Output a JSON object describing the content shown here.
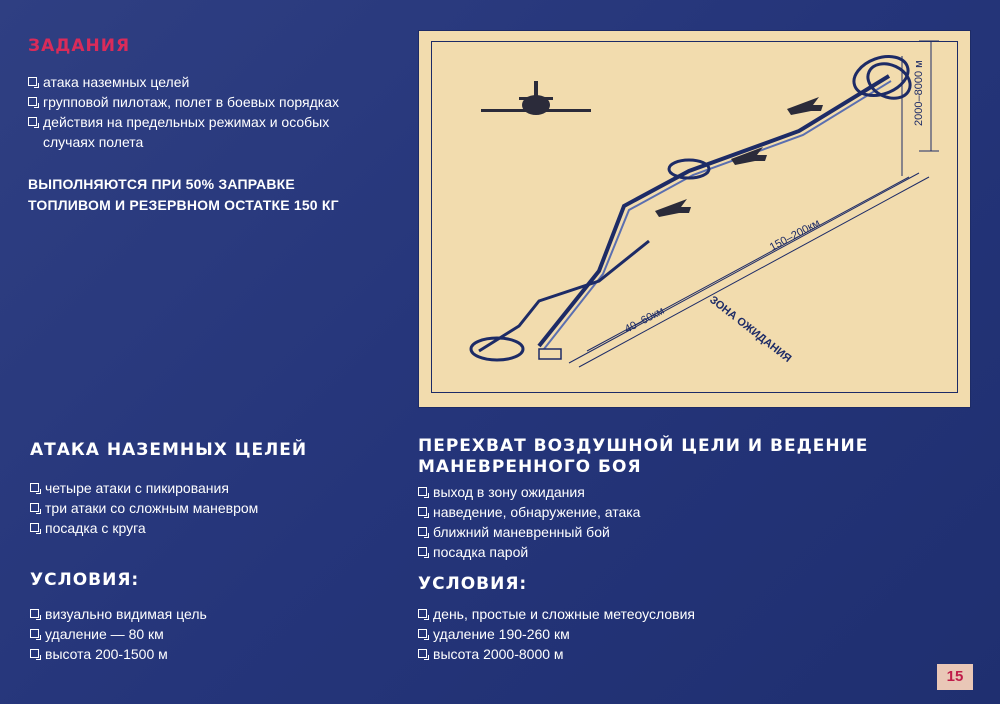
{
  "tasks": {
    "title": "ЗАДАНИЯ",
    "items": [
      "атака наземных целей",
      "групповой пилотаж, полет в боевых порядках",
      "действия на предельных режимах и особых случаях полета"
    ],
    "note_line1": "ВЫПОЛНЯЮТСЯ ПРИ 50% ЗАПРАВКЕ",
    "note_line2": "ТОПЛИВОМ И РЕЗЕРВНОМ ОСТАТКЕ 150 КГ"
  },
  "diagram": {
    "altitude_label": "2000–8000 м",
    "distance_label": "150–200км",
    "waiting_distance_label": "40–60км",
    "waiting_zone_label": "ЗОНА ОЖИДАНИЯ"
  },
  "ground_attack": {
    "title": "АТАКА НАЗЕМНЫХ ЦЕЛЕЙ",
    "items": [
      "четыре атаки с пикирования",
      "три атаки со сложным маневром",
      "посадка с круга"
    ],
    "conditions_title": "УСЛОВИЯ:",
    "conditions": [
      "визуально видимая цель",
      "удаление — 80 км",
      "высота 200-1500 м"
    ]
  },
  "intercept": {
    "title_line1": "ПЕРЕХВАТ ВОЗДУШНОЙ ЦЕЛИ И ВЕДЕНИЕ",
    "title_line2": "МАНЕВРЕННОГО БОЯ",
    "items": [
      "выход в зону ожидания",
      "наведение, обнаружение, атака",
      "ближний маневренный бой",
      "посадка парой"
    ],
    "conditions_title": "УСЛОВИЯ:",
    "conditions": [
      "день, простые и сложные метеоусловия",
      "удаление 190-260 км",
      "высота 2000-8000 м"
    ]
  },
  "page_number": "15",
  "colors": {
    "background": "#2a3a7a",
    "heading_accent": "#d92b5a",
    "diagram_bg": "#f2dcae",
    "diagram_ink": "#1d2b66"
  }
}
